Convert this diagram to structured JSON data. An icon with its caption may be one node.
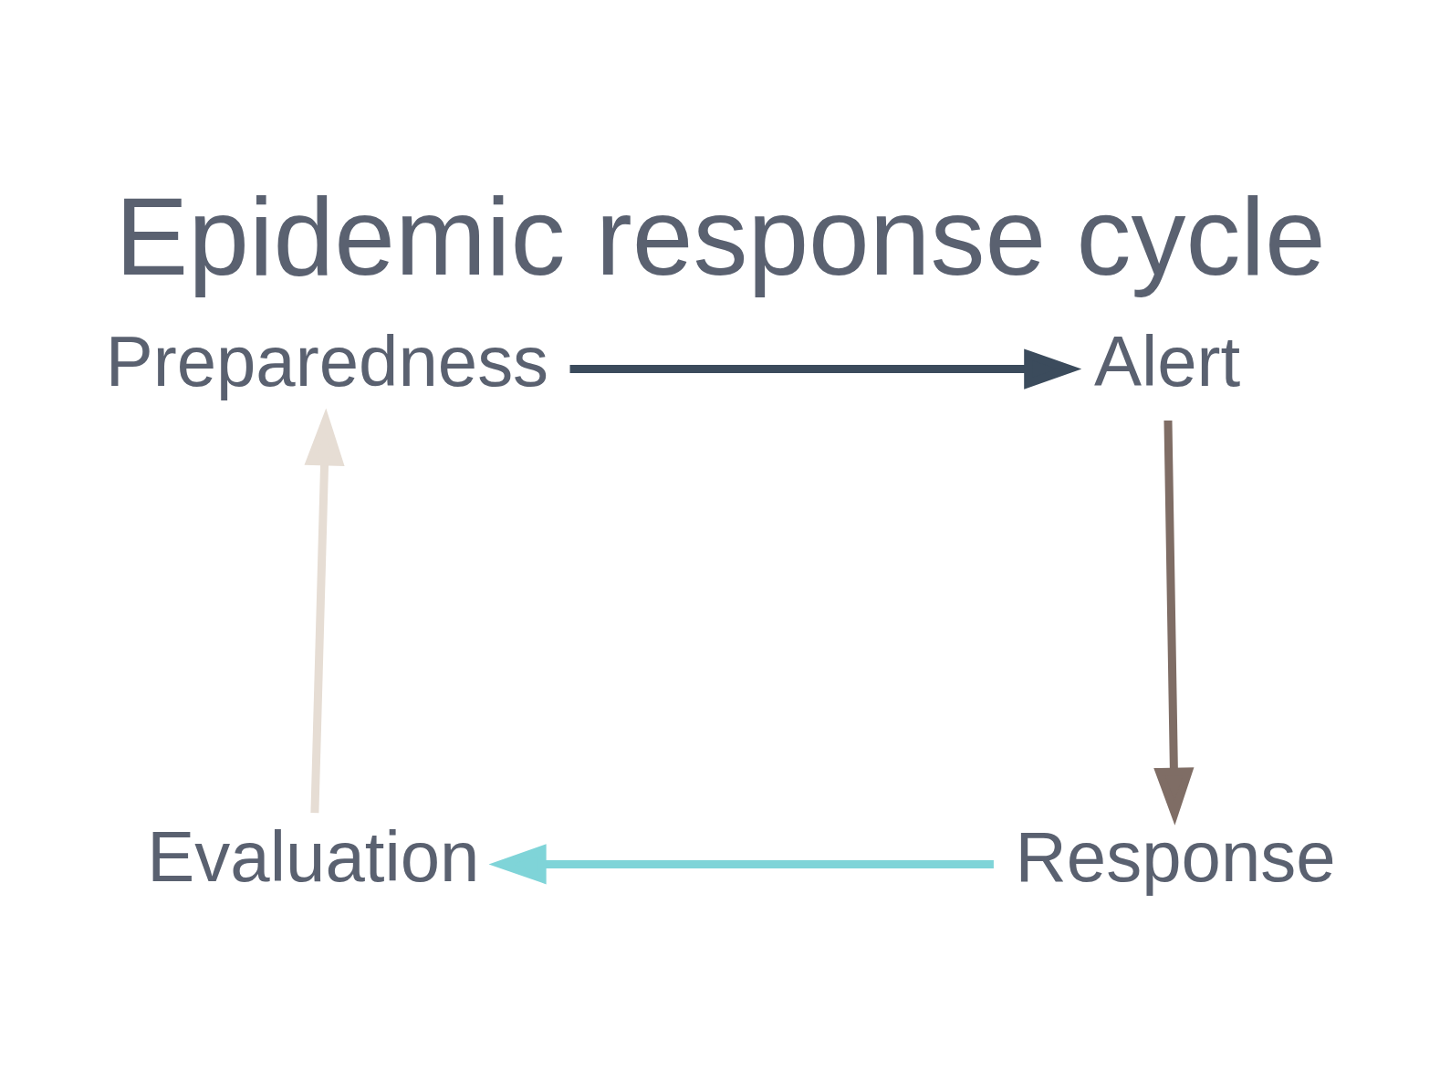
{
  "diagram": {
    "title": "Epidemic response cycle",
    "nodes": [
      {
        "text": [
          "Preparedness"
        ]
      },
      {
        "text": [
          "Alert"
        ]
      },
      {
        "text": [
          "Response"
        ]
      },
      {
        "text": [
          "Evaluation"
        ]
      }
    ],
    "edges": [
      {
        "from": 0,
        "to": 1,
        "arrow": "to",
        "color": "#3b4b5c"
      },
      {
        "from": 1,
        "to": 2,
        "arrow": "to",
        "color": "#7f6d65"
      },
      {
        "from": 2,
        "to": 3,
        "arrow": "to",
        "color": "#7fd4d8"
      },
      {
        "from": 3,
        "to": 0,
        "arrow": "to",
        "color": "#e6ddd4"
      }
    ]
  }
}
